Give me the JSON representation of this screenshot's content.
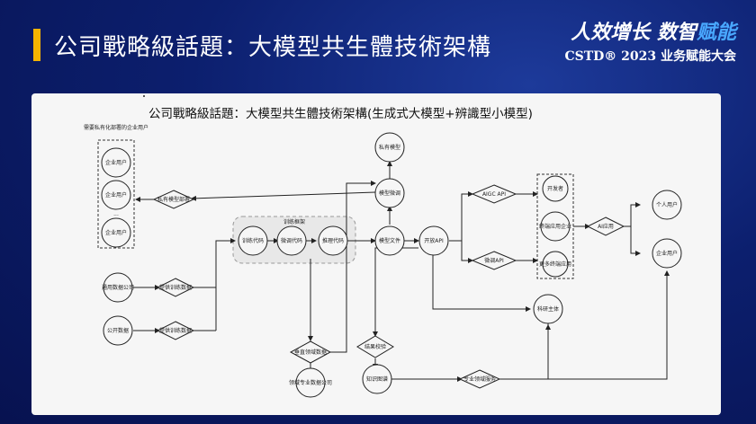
{
  "header": {
    "title": "公司戰略級話題：大模型共生體技術架構",
    "brand_part1": "人效增长",
    "brand_part2": "数智",
    "brand_part3": "赋能",
    "brand_line2": "CSTD® 2023 业务赋能大会",
    "accent_color": "#f5b400"
  },
  "diagram": {
    "title": "公司戰略級話題：大模型共生體技術架構(生成式大模型+辨識型小模型)",
    "group_left_title": "需要私有化部署的企业用户",
    "group_train_title": "训练框架",
    "nodes": {
      "ent1": "企业用户",
      "ent2": "企业用户",
      "ent3": "企业用户",
      "ellipsis": "...",
      "private_model": "私有模型",
      "model_finetune": "模型微调",
      "private_deploy": "私有模型部署",
      "train_code": "训练代码",
      "finetune_code": "微调代码",
      "infer_code": "推理代码",
      "model_file": "模型文件",
      "open_api": "开放API",
      "aigc_api": "AIGC API",
      "finetune_api": "微调API",
      "developer": "开发者",
      "terminal_app_ent": "终端应用企业",
      "more_terminal": "更多终端应用",
      "ai_app": "AI应用",
      "personal_user": "个人用户",
      "ent_user": "企业用户",
      "research": "科研主体",
      "general_data": "通用数据公司",
      "public_data": "公开数据",
      "provide_train1": "提供训练数据",
      "provide_train2": "提供训练数据",
      "data_join": "垂直领域数据",
      "domain_data": "领域专业数据公司",
      "result_check": "结果校验",
      "knowledge_graph": "知识图谱",
      "pro_collab": "专业领域服务"
    }
  }
}
